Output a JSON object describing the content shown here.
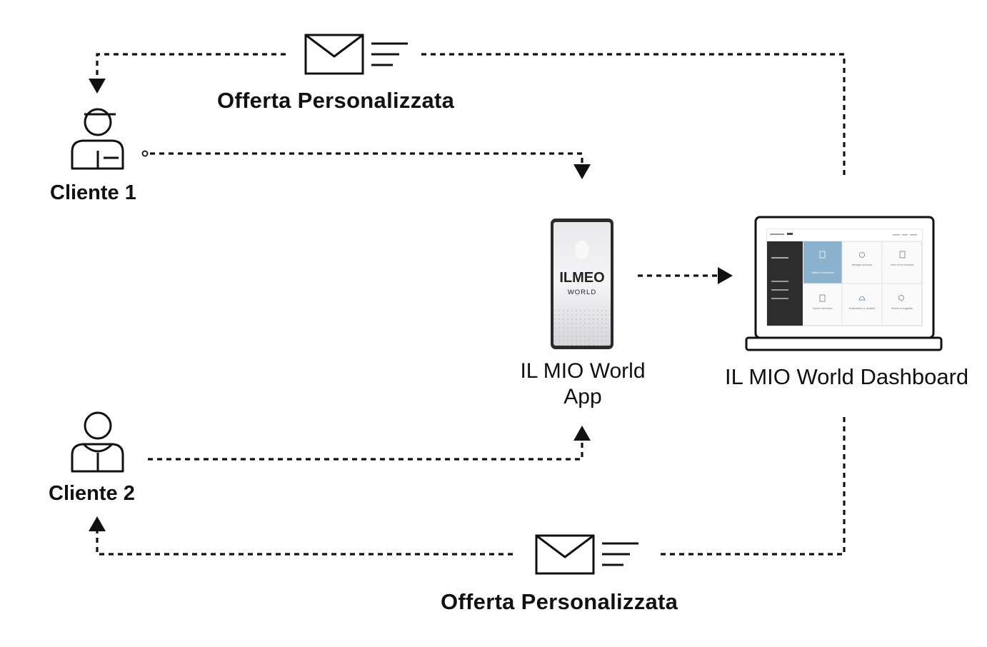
{
  "labels": {
    "offer_top": "Offerta Personalizzata",
    "offer_bottom": "Offerta Personalizzata",
    "client1": "Cliente 1",
    "client2": "Cliente 2",
    "app_line1": "IL MIO World",
    "app_line2": "App",
    "dashboard": "IL MIO World Dashboard"
  },
  "phone_screen": {
    "logo_main": "ILMEO",
    "logo_sub": "WORLD"
  },
  "laptop_screen": {
    "tiles": [
      "Offerte & Newsletter",
      "Manage accounts",
      "View of the products",
      "Export Generator",
      "Notifications & updates",
      "Search & suggests"
    ]
  },
  "icons": {
    "envelope": "envelope-icon",
    "person_cap": "person-with-cap-icon",
    "person": "person-icon",
    "phone": "smartphone-icon",
    "laptop": "laptop-icon"
  }
}
